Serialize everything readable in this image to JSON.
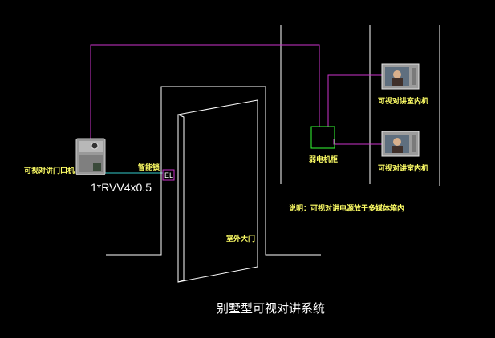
{
  "labels": {
    "door_station": "可视对讲门口机",
    "lock": "智能锁",
    "cable": "1*RVV4x0.5",
    "outdoor_door": "室外大门",
    "weak_cabinet": "弱电机柜",
    "indoor_unit_1": "可视对讲室内机",
    "indoor_unit_2": "可视对讲室内机",
    "note": "说明：可视对讲电源放于多媒体箱内",
    "title": "别墅型可视对讲系统",
    "lock_box": "EL"
  },
  "colors": {
    "background": "#000000",
    "line_white": "#ffffff",
    "wire_magenta": "#cc33cc",
    "wire_cyan": "#33cccc",
    "cabinet_green": "#33ff33",
    "text_yellow": "#ffff66"
  }
}
